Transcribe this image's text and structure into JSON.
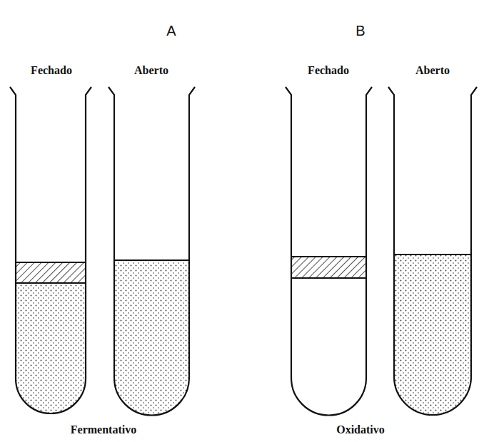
{
  "diagram": {
    "labels": [
      "A",
      "B",
      "Fechado",
      "Aberto",
      "Fechado",
      "Aberto",
      "Fermentativo",
      "Oxidativo"
    ]
  }
}
